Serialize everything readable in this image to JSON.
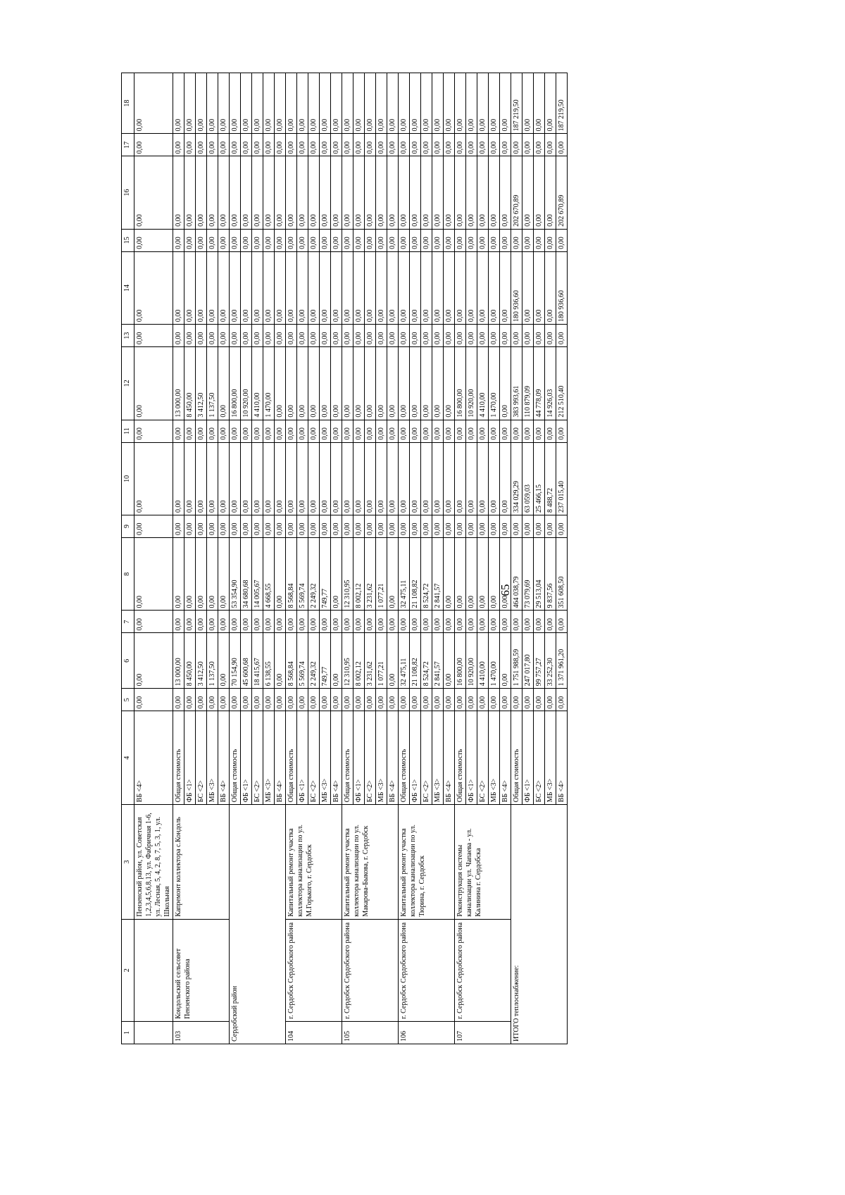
{
  "page_number": "65",
  "header": [
    "1",
    "2",
    "3",
    "4",
    "5",
    "6",
    "7",
    "8",
    "9",
    "10",
    "11",
    "12",
    "13",
    "14",
    "15",
    "16",
    "17",
    "18"
  ],
  "blocks": [
    {
      "rows": [
        {
          "label": "ВБ <4>",
          "values": [
            "0,00",
            "0,00",
            "0,00",
            "0,00",
            "0,00",
            "0,00",
            "0,00",
            "0,00",
            "0,00",
            "0,00",
            "0,00",
            "0,00",
            "0,00",
            "0,00"
          ]
        }
      ],
      "c1": "",
      "c2": "",
      "c3": "Пензенский район, ул. Советская 1,2,3,4,5,6,8,13, ул. Фабричная 1-6, ул. Лесная, 5, 4, 2, 8, 7, 5, 3, 1, ул. Школьная"
    },
    {
      "c1": "103",
      "c2": "Кондольский сельсовет Пензенского района",
      "c3": "Капремонт коллектора с.Кондоль",
      "rows": [
        {
          "label": "Общая стоимость",
          "values": [
            "0,00",
            "13 000,00",
            "0,00",
            "0,00",
            "0,00",
            "0,00",
            "0,00",
            "13 000,00",
            "0,00",
            "0,00",
            "0,00",
            "0,00",
            "0,00",
            "0,00"
          ]
        },
        {
          "label": "ФБ <1>",
          "values": [
            "0,00",
            "8 450,00",
            "0,00",
            "0,00",
            "0,00",
            "0,00",
            "0,00",
            "8 450,00",
            "0,00",
            "0,00",
            "0,00",
            "0,00",
            "0,00",
            "0,00"
          ]
        },
        {
          "label": "БС <2>",
          "values": [
            "0,00",
            "3 412,50",
            "0,00",
            "0,00",
            "0,00",
            "0,00",
            "0,00",
            "3 412,50",
            "0,00",
            "0,00",
            "0,00",
            "0,00",
            "0,00",
            "0,00"
          ]
        },
        {
          "label": "МБ <3>",
          "values": [
            "0,00",
            "1 137,50",
            "0,00",
            "0,00",
            "0,00",
            "0,00",
            "0,00",
            "1 137,50",
            "0,00",
            "0,00",
            "0,00",
            "0,00",
            "0,00",
            "0,00"
          ]
        },
        {
          "label": "ВБ <4>",
          "values": [
            "0,00",
            "0,00",
            "0,00",
            "0,00",
            "0,00",
            "0,00",
            "0,00",
            "0,00",
            "0,00",
            "0,00",
            "0,00",
            "0,00",
            "0,00",
            "0,00"
          ]
        }
      ]
    },
    {
      "summary": "Сердобский район",
      "rows": [
        {
          "label": "Общая стоимость",
          "values": [
            "0,00",
            "70 154,90",
            "0,00",
            "53 354,90",
            "0,00",
            "0,00",
            "0,00",
            "16 800,00",
            "0,00",
            "0,00",
            "0,00",
            "0,00",
            "0,00",
            "0,00"
          ]
        },
        {
          "label": "ФБ <1>",
          "values": [
            "0,00",
            "45 600,68",
            "0,00",
            "34 680,68",
            "0,00",
            "0,00",
            "0,00",
            "10 920,00",
            "0,00",
            "0,00",
            "0,00",
            "0,00",
            "0,00",
            "0,00"
          ]
        },
        {
          "label": "БС <2>",
          "values": [
            "0,00",
            "18 415,67",
            "0,00",
            "14 005,67",
            "0,00",
            "0,00",
            "0,00",
            "4 410,00",
            "0,00",
            "0,00",
            "0,00",
            "0,00",
            "0,00",
            "0,00"
          ]
        },
        {
          "label": "МБ <3>",
          "values": [
            "0,00",
            "6 138,55",
            "0,00",
            "4 668,55",
            "0,00",
            "0,00",
            "0,00",
            "1 470,00",
            "0,00",
            "0,00",
            "0,00",
            "0,00",
            "0,00",
            "0,00"
          ]
        },
        {
          "label": "ВБ <4>",
          "values": [
            "0,00",
            "0,00",
            "0,00",
            "0,00",
            "0,00",
            "0,00",
            "0,00",
            "0,00",
            "0,00",
            "0,00",
            "0,00",
            "0,00",
            "0,00",
            "0,00"
          ]
        }
      ]
    },
    {
      "c1": "104",
      "c2": "г. Сердобск Сердобского района",
      "c3": "Капитальный ремонт участка коллектора канализации по ул. М.Горького, г. Сердобск",
      "rows": [
        {
          "label": "Общая стоимость",
          "values": [
            "0,00",
            "8 568,84",
            "0,00",
            "8 568,84",
            "0,00",
            "0,00",
            "0,00",
            "0,00",
            "0,00",
            "0,00",
            "0,00",
            "0,00",
            "0,00",
            "0,00"
          ]
        },
        {
          "label": "ФБ <1>",
          "values": [
            "0,00",
            "5 569,74",
            "0,00",
            "5 569,74",
            "0,00",
            "0,00",
            "0,00",
            "0,00",
            "0,00",
            "0,00",
            "0,00",
            "0,00",
            "0,00",
            "0,00"
          ]
        },
        {
          "label": "БС <2>",
          "values": [
            "0,00",
            "2 249,32",
            "0,00",
            "2 249,32",
            "0,00",
            "0,00",
            "0,00",
            "0,00",
            "0,00",
            "0,00",
            "0,00",
            "0,00",
            "0,00",
            "0,00"
          ]
        },
        {
          "label": "МБ <3>",
          "values": [
            "0,00",
            "749,77",
            "0,00",
            "749,77",
            "0,00",
            "0,00",
            "0,00",
            "0,00",
            "0,00",
            "0,00",
            "0,00",
            "0,00",
            "0,00",
            "0,00"
          ]
        },
        {
          "label": "ВБ <4>",
          "values": [
            "0,00",
            "0,00",
            "0,00",
            "0,00",
            "0,00",
            "0,00",
            "0,00",
            "0,00",
            "0,00",
            "0,00",
            "0,00",
            "0,00",
            "0,00",
            "0,00"
          ]
        }
      ]
    },
    {
      "c1": "105",
      "c2": "г. Сердобск Сердобского района",
      "c3": "Капитальный ремонт участка коллектора канализации по ул. Макарова-Быкова, г. Сердобск",
      "rows": [
        {
          "label": "Общая стоимость",
          "values": [
            "0,00",
            "12 310,95",
            "0,00",
            "12 310,95",
            "0,00",
            "0,00",
            "0,00",
            "0,00",
            "0,00",
            "0,00",
            "0,00",
            "0,00",
            "0,00",
            "0,00"
          ]
        },
        {
          "label": "ФБ <1>",
          "values": [
            "0,00",
            "8 002,12",
            "0,00",
            "8 002,12",
            "0,00",
            "0,00",
            "0,00",
            "0,00",
            "0,00",
            "0,00",
            "0,00",
            "0,00",
            "0,00",
            "0,00"
          ]
        },
        {
          "label": "БС <2>",
          "values": [
            "0,00",
            "3 231,62",
            "0,00",
            "3 231,62",
            "0,00",
            "0,00",
            "0,00",
            "0,00",
            "0,00",
            "0,00",
            "0,00",
            "0,00",
            "0,00",
            "0,00"
          ]
        },
        {
          "label": "МБ <3>",
          "values": [
            "0,00",
            "1 077,21",
            "0,00",
            "1 077,21",
            "0,00",
            "0,00",
            "0,00",
            "0,00",
            "0,00",
            "0,00",
            "0,00",
            "0,00",
            "0,00",
            "0,00"
          ]
        },
        {
          "label": "ВБ <4>",
          "values": [
            "0,00",
            "0,00",
            "0,00",
            "0,00",
            "0,00",
            "0,00",
            "0,00",
            "0,00",
            "0,00",
            "0,00",
            "0,00",
            "0,00",
            "0,00",
            "0,00"
          ]
        }
      ]
    },
    {
      "c1": "106",
      "c2": "г. Сердобск Сердобского района",
      "c3": "Капитальный ремонт участка коллектора канализации по ул. Тюрина, г. Сердобск",
      "rows": [
        {
          "label": "Общая стоимость",
          "values": [
            "0,00",
            "32 475,11",
            "0,00",
            "32 475,11",
            "0,00",
            "0,00",
            "0,00",
            "0,00",
            "0,00",
            "0,00",
            "0,00",
            "0,00",
            "0,00",
            "0,00"
          ]
        },
        {
          "label": "ФБ <1>",
          "values": [
            "0,00",
            "21 108,82",
            "0,00",
            "21 108,82",
            "0,00",
            "0,00",
            "0,00",
            "0,00",
            "0,00",
            "0,00",
            "0,00",
            "0,00",
            "0,00",
            "0,00"
          ]
        },
        {
          "label": "БС <2>",
          "values": [
            "0,00",
            "8 524,72",
            "0,00",
            "8 524,72",
            "0,00",
            "0,00",
            "0,00",
            "0,00",
            "0,00",
            "0,00",
            "0,00",
            "0,00",
            "0,00",
            "0,00"
          ]
        },
        {
          "label": "МБ <3>",
          "values": [
            "0,00",
            "2 841,57",
            "0,00",
            "2 841,57",
            "0,00",
            "0,00",
            "0,00",
            "0,00",
            "0,00",
            "0,00",
            "0,00",
            "0,00",
            "0,00",
            "0,00"
          ]
        },
        {
          "label": "ВБ <4>",
          "values": [
            "0,00",
            "0,00",
            "0,00",
            "0,00",
            "0,00",
            "0,00",
            "0,00",
            "0,00",
            "0,00",
            "0,00",
            "0,00",
            "0,00",
            "0,00",
            "0,00"
          ]
        }
      ]
    },
    {
      "c1": "107",
      "c2": "г. Сердобск Сердобского района",
      "c3": "Реконструкция системы канализации ул. Чапаева - ул. Калинина г. Сердобска",
      "rows": [
        {
          "label": "Общая стоимость",
          "values": [
            "0,00",
            "16 800,00",
            "0,00",
            "0,00",
            "0,00",
            "0,00",
            "0,00",
            "16 800,00",
            "0,00",
            "0,00",
            "0,00",
            "0,00",
            "0,00",
            "0,00"
          ]
        },
        {
          "label": "ФБ <1>",
          "values": [
            "0,00",
            "10 920,00",
            "0,00",
            "0,00",
            "0,00",
            "0,00",
            "0,00",
            "10 920,00",
            "0,00",
            "0,00",
            "0,00",
            "0,00",
            "0,00",
            "0,00"
          ]
        },
        {
          "label": "БС <2>",
          "values": [
            "0,00",
            "4 410,00",
            "0,00",
            "0,00",
            "0,00",
            "0,00",
            "0,00",
            "4 410,00",
            "0,00",
            "0,00",
            "0,00",
            "0,00",
            "0,00",
            "0,00"
          ]
        },
        {
          "label": "МБ <3>",
          "values": [
            "0,00",
            "1 470,00",
            "0,00",
            "0,00",
            "0,00",
            "0,00",
            "0,00",
            "1 470,00",
            "0,00",
            "0,00",
            "0,00",
            "0,00",
            "0,00",
            "0,00"
          ]
        },
        {
          "label": "ВБ <4>",
          "values": [
            "0,00",
            "0,00",
            "0,00",
            "0,00",
            "0,00",
            "0,00",
            "0,00",
            "0,00",
            "0,00",
            "0,00",
            "0,00",
            "0,00",
            "0,00",
            "0,00"
          ]
        }
      ]
    },
    {
      "summary": "ИТОГО теплоснабжение:",
      "rows": [
        {
          "label": "Общая стоимость",
          "values": [
            "0,00",
            "1 751 988,59",
            "0,00",
            "464 038,79",
            "0,00",
            "334 029,29",
            "0,00",
            "383 993,61",
            "0,00",
            "180 936,60",
            "0,00",
            "202 670,89",
            "0,00",
            "187 219,50"
          ]
        },
        {
          "label": "ФБ <1>",
          "values": [
            "0,00",
            "247 017,80",
            "0,00",
            "73 079,69",
            "0,00",
            "63 059,03",
            "0,00",
            "110 879,09",
            "0,00",
            "0,00",
            "0,00",
            "0,00",
            "0,00",
            "0,00"
          ]
        },
        {
          "label": "БС <2>",
          "values": [
            "0,00",
            "99 757,27",
            "0,00",
            "29 513,04",
            "0,00",
            "25 466,15",
            "0,00",
            "44 778,09",
            "0,00",
            "0,00",
            "0,00",
            "0,00",
            "0,00",
            "0,00"
          ]
        },
        {
          "label": "МБ <3>",
          "values": [
            "0,00",
            "33 252,30",
            "0,00",
            "9 837,56",
            "0,00",
            "8 488,72",
            "0,00",
            "14 926,03",
            "0,00",
            "0,00",
            "0,00",
            "0,00",
            "0,00",
            "0,00"
          ]
        },
        {
          "label": "ВБ <4>",
          "values": [
            "0,00",
            "1 371 961,20",
            "0,00",
            "351 608,50",
            "0,00",
            "237 015,40",
            "0,00",
            "212 510,40",
            "0,00",
            "180 936,60",
            "0,00",
            "202 670,89",
            "0,00",
            "187 219,50"
          ]
        }
      ]
    }
  ]
}
